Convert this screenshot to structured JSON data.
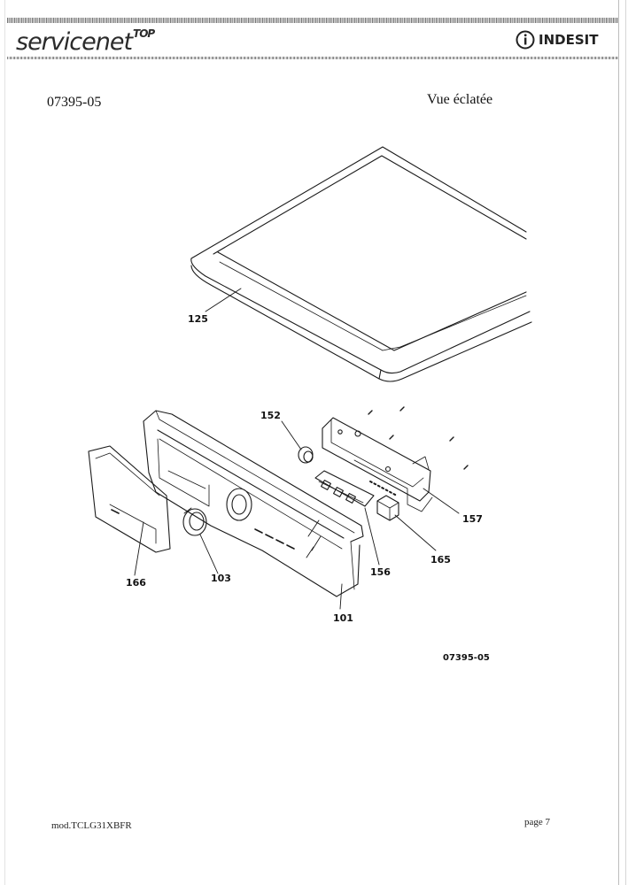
{
  "header": {
    "logo_left_main": "servicenet",
    "logo_left_sup": "TOP",
    "logo_right": "INDESIT"
  },
  "document": {
    "code": "07395-05",
    "title": "Vue éclatée",
    "diagram_ref": "07395-05",
    "model": "mod.TCLG31XBFR",
    "page": "page 7"
  },
  "callouts": [
    "125",
    "152",
    "157",
    "165",
    "156",
    "166",
    "103",
    "101"
  ]
}
